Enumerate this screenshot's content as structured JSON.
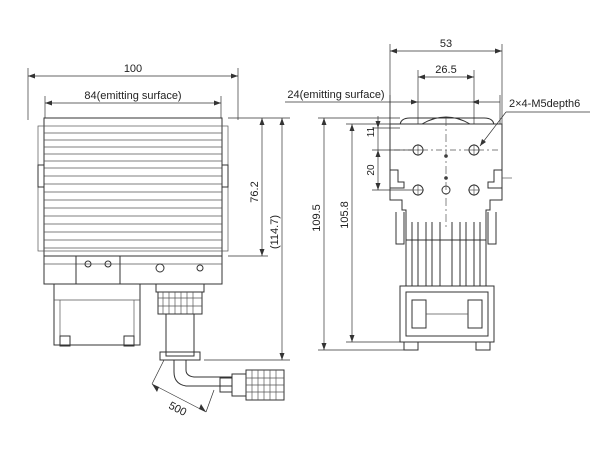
{
  "dimensions": {
    "overall_width": "100",
    "emitting_width": "84(emitting surface)",
    "body_height": "76.2",
    "total_height_ref": "(114.7)",
    "side_width": "53",
    "side_half_width": "26.5",
    "side_emitting": "24(emitting surface)",
    "holes": "2×4-M5depth6",
    "offset_small": "11",
    "hole_pitch": "20",
    "side_height_total": "109.5",
    "side_height_inner": "105.8",
    "cable_length": "500"
  }
}
